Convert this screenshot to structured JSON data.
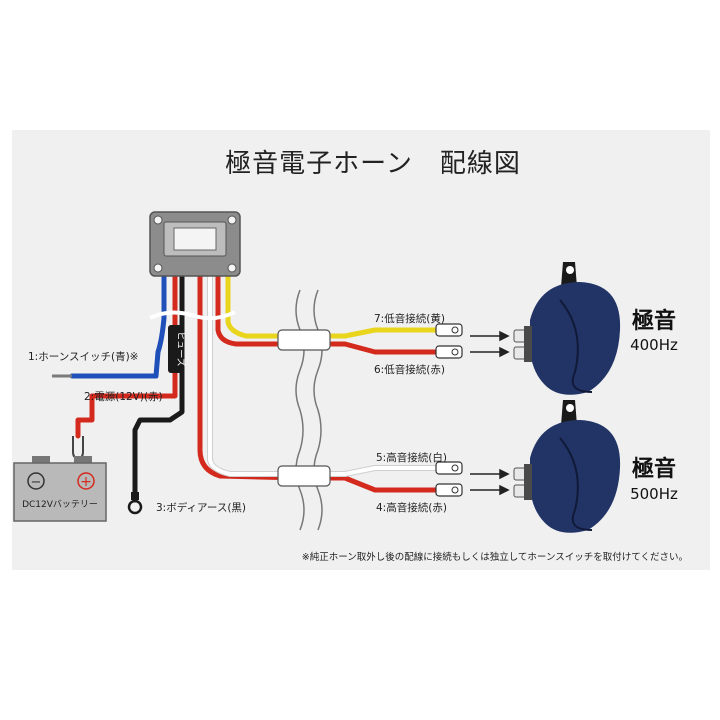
{
  "title": "極音電子ホーン　配線図",
  "fuse_label": "ヒューズ",
  "battery_label": "DC12Vバッテリー",
  "battery_minus": "−",
  "battery_plus": "+",
  "wires": {
    "w1": "1:ホーンスイッチ(青)※",
    "w2": "2:電源(12V)(赤)",
    "w3": "3:ボディアース(黒)",
    "w4": "4:高音接続(赤)",
    "w5": "5:高音接続(白)",
    "w6": "6:低音接続(赤)",
    "w7": "7:低音接続(黄)"
  },
  "horns": [
    {
      "name": "極音",
      "freq": "400Hz"
    },
    {
      "name": "極音",
      "freq": "500Hz"
    }
  ],
  "note": "※純正ホーン取外し後の配線に接続もしくは独立してホーンスイッチを取付けてください。",
  "colors": {
    "blue": "#1f4fb8",
    "red": "#d42a1e",
    "black": "#1a1a1a",
    "white": "#ffffff",
    "yellow": "#e8d51c",
    "horn": "#223466"
  }
}
